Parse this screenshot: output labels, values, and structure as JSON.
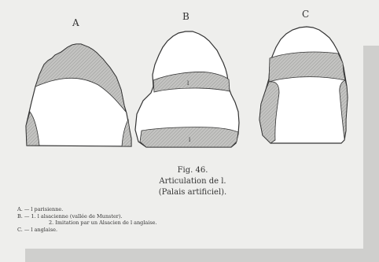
{
  "panels": [
    {
      "id": "A",
      "label": "A"
    },
    {
      "id": "B",
      "label": "B"
    },
    {
      "id": "C",
      "label": "C"
    }
  ],
  "inner_labels": {
    "b_top": "l",
    "b_bottom": "l"
  },
  "caption": {
    "figure": "Fig. 46.",
    "title": "Articulation de l.",
    "subtitle": "(Palais artificiel)."
  },
  "legend": {
    "line_a": "A. — l parisienne.",
    "line_b1": "B. — 1. l alsacienne (vallée de Munster).",
    "line_b2": "2. Imitation par un Alsacien de l anglaise.",
    "line_c": "C. — l anglaise."
  },
  "colors": {
    "paper": "#eeeeec",
    "shadow": "#cfcfcd",
    "ink": "#333333",
    "hatch": "#b3b3b1"
  }
}
